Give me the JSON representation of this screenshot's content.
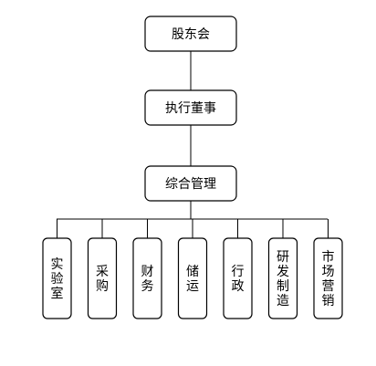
{
  "org_chart": {
    "top": "股东会",
    "second": "执行董事",
    "third": "综合管理",
    "departments": [
      {
        "name": "实验室",
        "glyphs": [
          "实",
          "验",
          "室"
        ]
      },
      {
        "name": "采购",
        "glyphs": [
          "采",
          "购"
        ]
      },
      {
        "name": "财务",
        "glyphs": [
          "财",
          "务"
        ]
      },
      {
        "name": "储运",
        "glyphs": [
          "储",
          "运"
        ]
      },
      {
        "name": "行政",
        "glyphs": [
          "行",
          "政"
        ]
      },
      {
        "name": "研发制造",
        "glyphs": [
          "研",
          "发",
          "制",
          "造"
        ]
      },
      {
        "name": "市场营销",
        "glyphs": [
          "市",
          "场",
          "营",
          "销"
        ]
      }
    ]
  }
}
